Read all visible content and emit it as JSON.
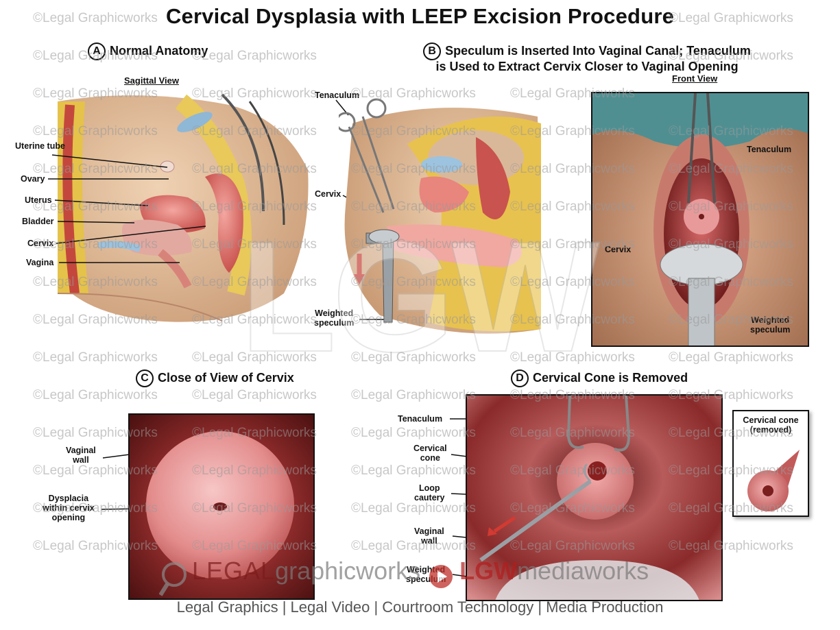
{
  "title": "Cervical Dysplasia with LEEP Excision Procedure",
  "watermark": "©Legal Graphicworks",
  "big_watermark": "LGW",
  "panels": {
    "a": {
      "letter": "A",
      "heading": "Normal Anatomy",
      "view": "Sagittal View",
      "labels": {
        "uterine_tube": "Uterine tube",
        "ovary": "Ovary",
        "uterus": "Uterus",
        "bladder": "Bladder",
        "cervix": "Cervix",
        "vagina": "Vagina"
      }
    },
    "b": {
      "letter": "B",
      "heading_line1": "Speculum is Inserted Into Vaginal Canal; Tenaculum",
      "heading_line2": "is Used to Extract Cervix Closer to Vaginal Opening",
      "view": "Front View",
      "labels": {
        "tenaculum": "Tenaculum",
        "cervix": "Cervix",
        "weighted": "Weighted",
        "speculum": "speculum",
        "front_tenaculum": "Tenaculum",
        "front_cervix": "Cervix",
        "front_weighted": "Weighted",
        "front_speculum": "speculum"
      }
    },
    "c": {
      "letter": "C",
      "heading": "Close of View of Cervix",
      "labels": {
        "vaginal_wall_1": "Vaginal",
        "vaginal_wall_2": "wall",
        "dysplacia_1": "Dysplacia",
        "dysplacia_2": "within cervix",
        "dysplacia_3": "opening"
      }
    },
    "d": {
      "letter": "D",
      "heading": "Cervical Cone is Removed",
      "labels": {
        "tenaculum": "Tenaculum",
        "cone_1": "Cervical",
        "cone_2": "cone",
        "loop_1": "Loop",
        "loop_2": "cautery",
        "wall_1": "Vaginal",
        "wall_2": "wall",
        "weighted": "Weighted",
        "speculum": "speculum",
        "inset_1": "Cervical cone",
        "inset_2": "(removed)"
      }
    }
  },
  "logo": {
    "legal": "LEGAL",
    "graphicworks": "graphicworks",
    "lgw": "LGW",
    "mediaworks": "mediaworks"
  },
  "footer": "Legal Graphics | Legal Video | Courtroom Technology | Media Production"
}
